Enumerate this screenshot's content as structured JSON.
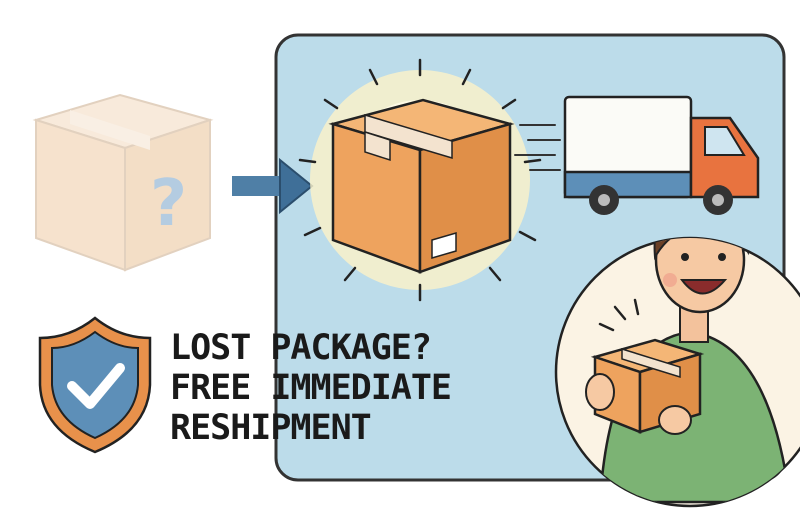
{
  "headline": {
    "line1": "LOST PACKAGE?",
    "line2": "FREE IMMEDIATE",
    "line3": "RESHIPMENT"
  },
  "colors": {
    "panel": "#bcdcea",
    "box": "#eea35e",
    "box_faded": "#f3dcc4",
    "shield_outer": "#e8914b",
    "shield_inner": "#5d8fb8",
    "truck_cab": "#e8733f",
    "truck_stripe": "#5d8fb8",
    "shirt": "#7cb374"
  },
  "icons": [
    "faded-box-question-icon",
    "arrow-right-icon",
    "glowing-box-icon",
    "delivery-truck-icon",
    "happy-person-icon",
    "shield-check-icon"
  ]
}
